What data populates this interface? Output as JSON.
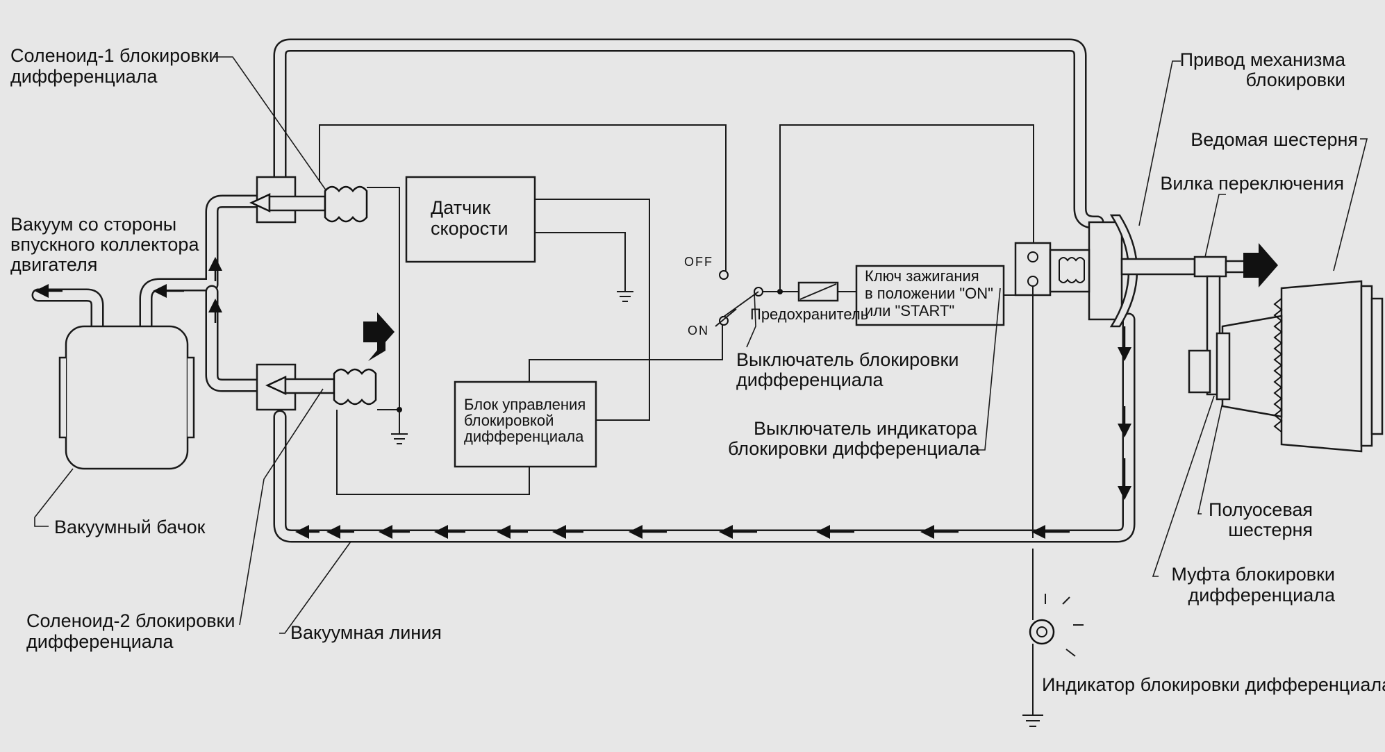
{
  "labels": {
    "solenoid1": [
      "Соленоид-1 блокировки",
      "дифференциала"
    ],
    "vacuum_source": [
      "Вакуум со стороны",
      "впускного коллектора",
      "двигателя"
    ],
    "vacuum_tank": "Вакуумный бачок",
    "solenoid2": [
      "Соленоид-2 блокировки",
      "дифференциала"
    ],
    "vacuum_line": "Вакуумная линия",
    "speed_sensor": [
      "Датчик",
      "скорости"
    ],
    "control_unit": [
      "Блок управления",
      "блокировкой",
      "дифференциала"
    ],
    "switch_off": "OFF",
    "switch_on": "ON",
    "fuse": "Предохранитель",
    "ignition_key": [
      "Ключ зажигания",
      "в положении \"ON\"",
      "или \"START\""
    ],
    "lock_switch": [
      "Выключатель блокировки",
      "дифференциала"
    ],
    "indicator_switch": [
      "Выключатель индикатора",
      "блокировки дифференциала"
    ],
    "indicator_lamp": "Индикатор блокировки дифференциала",
    "actuator": [
      "Привод механизма",
      "блокировки"
    ],
    "driven_gear": "Ведомая шестерня",
    "shift_fork": "Вилка переключения",
    "side_gear": [
      "Полуосевая",
      "шестерня"
    ],
    "lock_clutch": [
      "Муфта блокировки",
      "дифференциала"
    ]
  }
}
